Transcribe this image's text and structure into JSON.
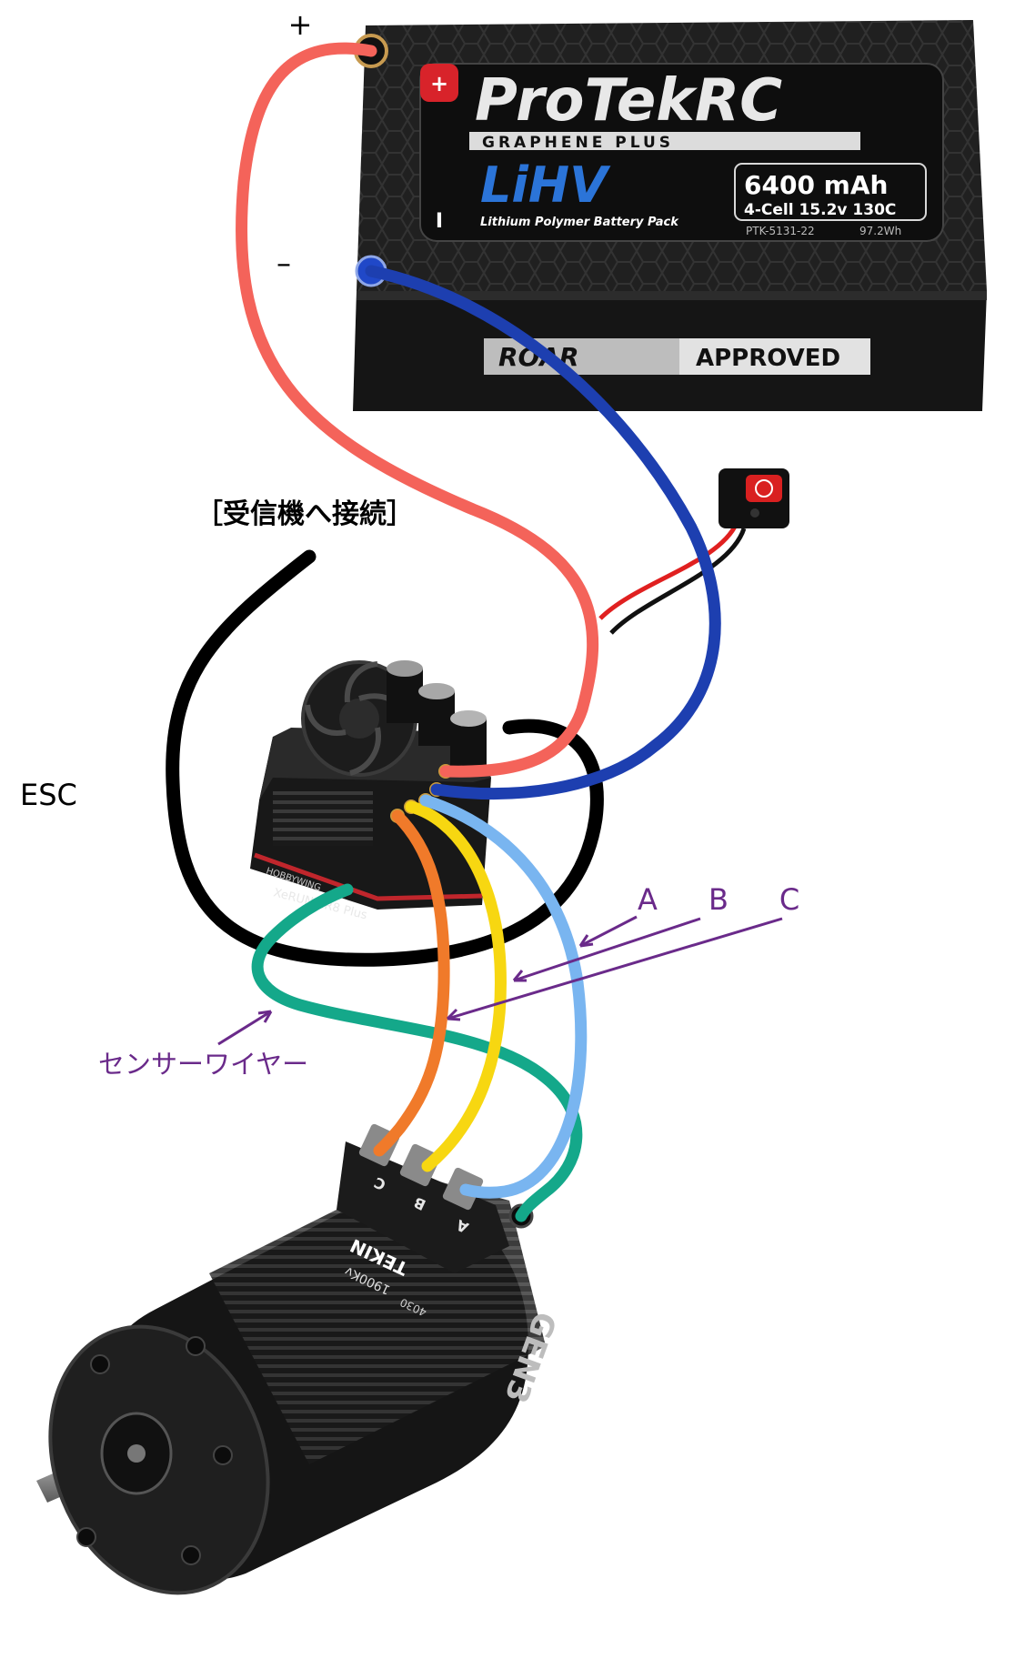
{
  "labels": {
    "plus": "+",
    "minus": "–",
    "receiver": "［受信機へ接続］",
    "esc": "ESC",
    "phase_a": "A",
    "phase_b": "B",
    "phase_c": "C",
    "sensor_wire": "センサーワイヤー"
  },
  "battery": {
    "brand_text": "ProTekRC",
    "subbrand_text": "GRAPHENE PLUS",
    "type_text": "LiHV",
    "pack_desc": "Lithium Polymer Battery Pack",
    "capacity": "6400 mAh",
    "spec": "4-Cell 15.2v 130C",
    "part_no": "PTK-5131-22",
    "energy": "97.2Wh",
    "approved_brand": "ROAR",
    "approved_text": "APPROVED",
    "plus_badge": "+",
    "minus_badge": "I"
  },
  "esc_body": {
    "brand": "HOBBYWING",
    "model": "XeRUN XR8 Plus"
  },
  "motor": {
    "brand": "TEKIN",
    "kv": "1900Kv",
    "model_code": "4030",
    "series": "GEN3",
    "terminal_a": "A",
    "terminal_b": "B",
    "terminal_c": "C"
  },
  "colors": {
    "positive_wire": "#f4635a",
    "negative_wire": "#1d3fb0",
    "receiver_wire": "#000000",
    "phase_a_wire": "#79b5f0",
    "phase_b_wire": "#f7d711",
    "phase_c_wire": "#f07a2a",
    "sensor_wire": "#14a88a",
    "annotation": "#6a2a8a",
    "battery_body": "#1e1e1e"
  }
}
